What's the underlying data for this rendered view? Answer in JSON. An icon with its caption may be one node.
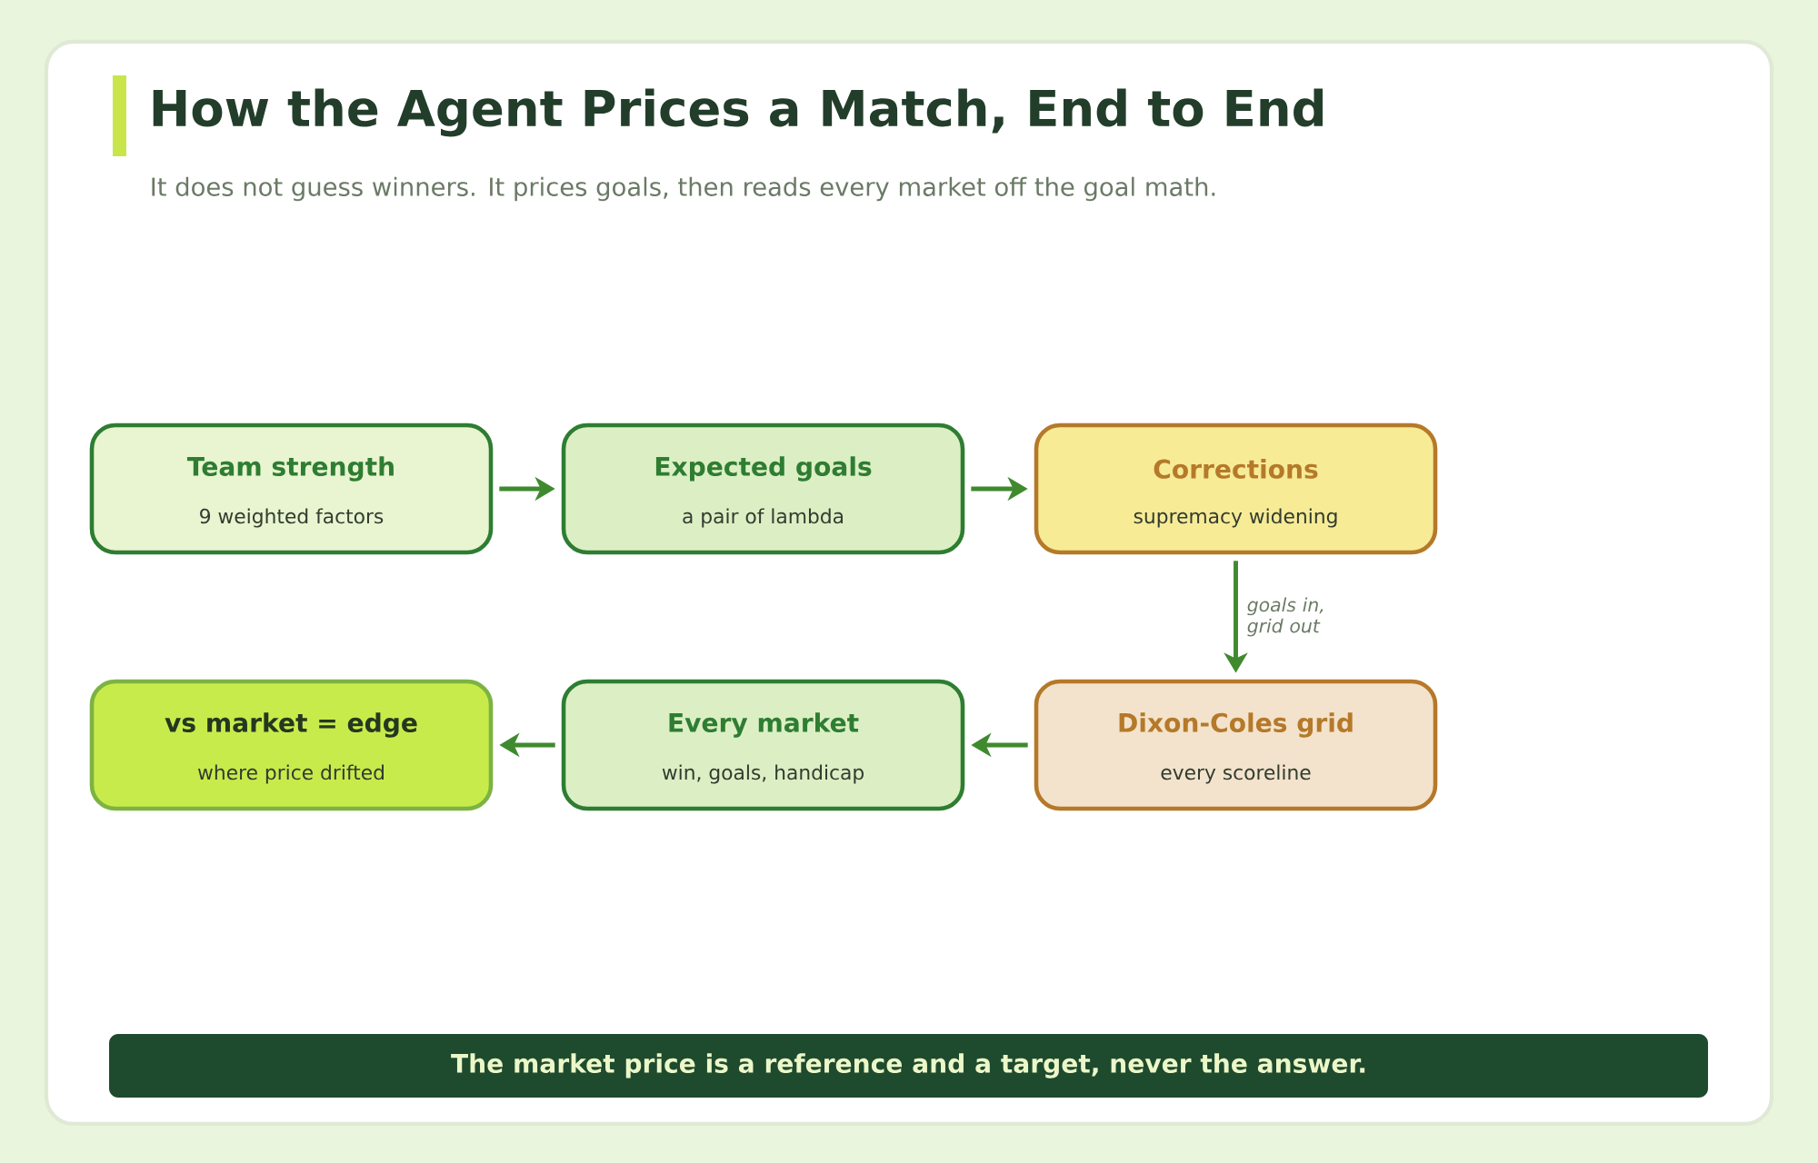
{
  "diagram": {
    "title": "How the Agent Prices a Match, End to End",
    "caption": "The market price is a reference and a target, never the answer.",
    "labels": [
      "It does not guess winners. It prices goals, then reads every market off the goal math."
    ],
    "nodes": [
      {
        "text": [
          "Team strength",
          "9 weighted factors"
        ]
      },
      {
        "text": [
          "Expected goals",
          "a pair of lambda"
        ]
      },
      {
        "text": [
          "Corrections",
          "supremacy widening"
        ]
      },
      {
        "text": [
          "vs market = edge",
          "where price drifted"
        ]
      },
      {
        "text": [
          "Every market",
          "win, goals, handicap"
        ]
      },
      {
        "text": [
          "Dixon-Coles grid",
          "every scoreline"
        ]
      }
    ],
    "edges": [
      {
        "from": 0,
        "to": 1,
        "arrow": "to"
      },
      {
        "from": 1,
        "to": 2,
        "arrow": "to"
      },
      {
        "from": 2,
        "to": 5,
        "arrow": "to",
        "label": "goals in, grid out"
      },
      {
        "from": 5,
        "to": 4,
        "arrow": "to"
      },
      {
        "from": 4,
        "to": 3,
        "arrow": "to"
      }
    ]
  }
}
